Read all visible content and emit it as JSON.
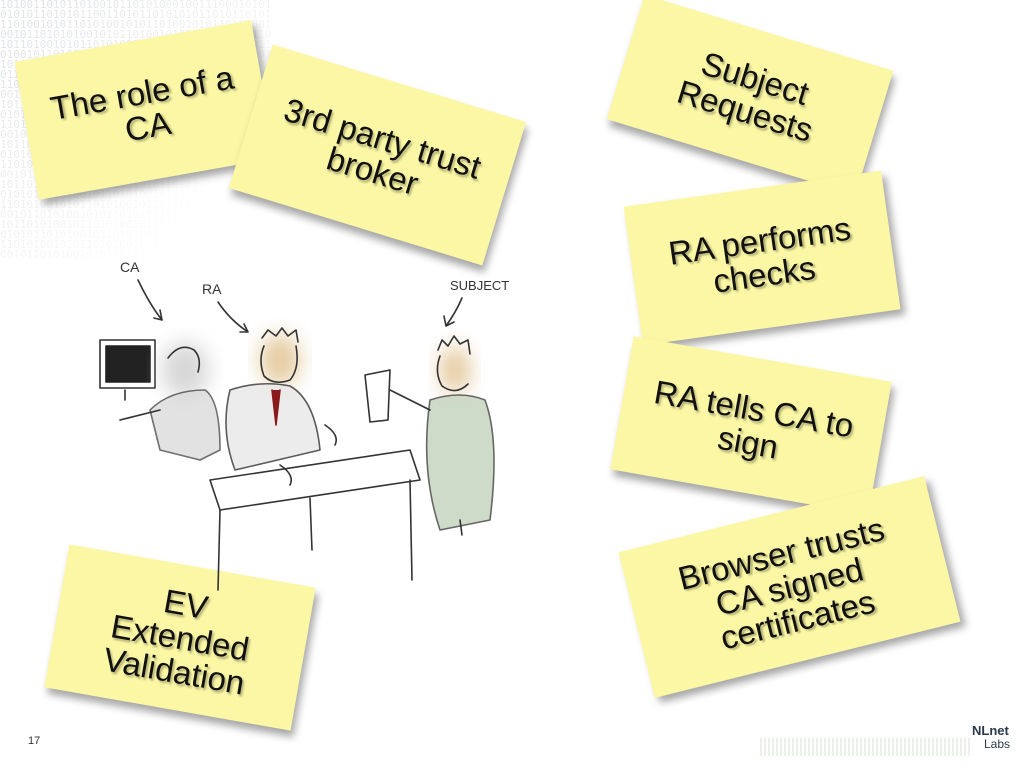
{
  "slide": {
    "number": "17",
    "logo": {
      "line1": "NLnet",
      "line2": "Labs"
    },
    "notes": {
      "role": "The role of a CA",
      "broker": "3rd party trust broker",
      "subject_requests": "Subject Requests",
      "ra_checks": "RA performs checks",
      "ra_tells": "RA tells CA to sign",
      "browser": "Browser trusts CA signed certificates",
      "ev": "EV Extended Validation"
    },
    "illustration": {
      "labels": {
        "ca": "CA",
        "ra": "RA",
        "subject": "SUBJECT"
      }
    }
  }
}
